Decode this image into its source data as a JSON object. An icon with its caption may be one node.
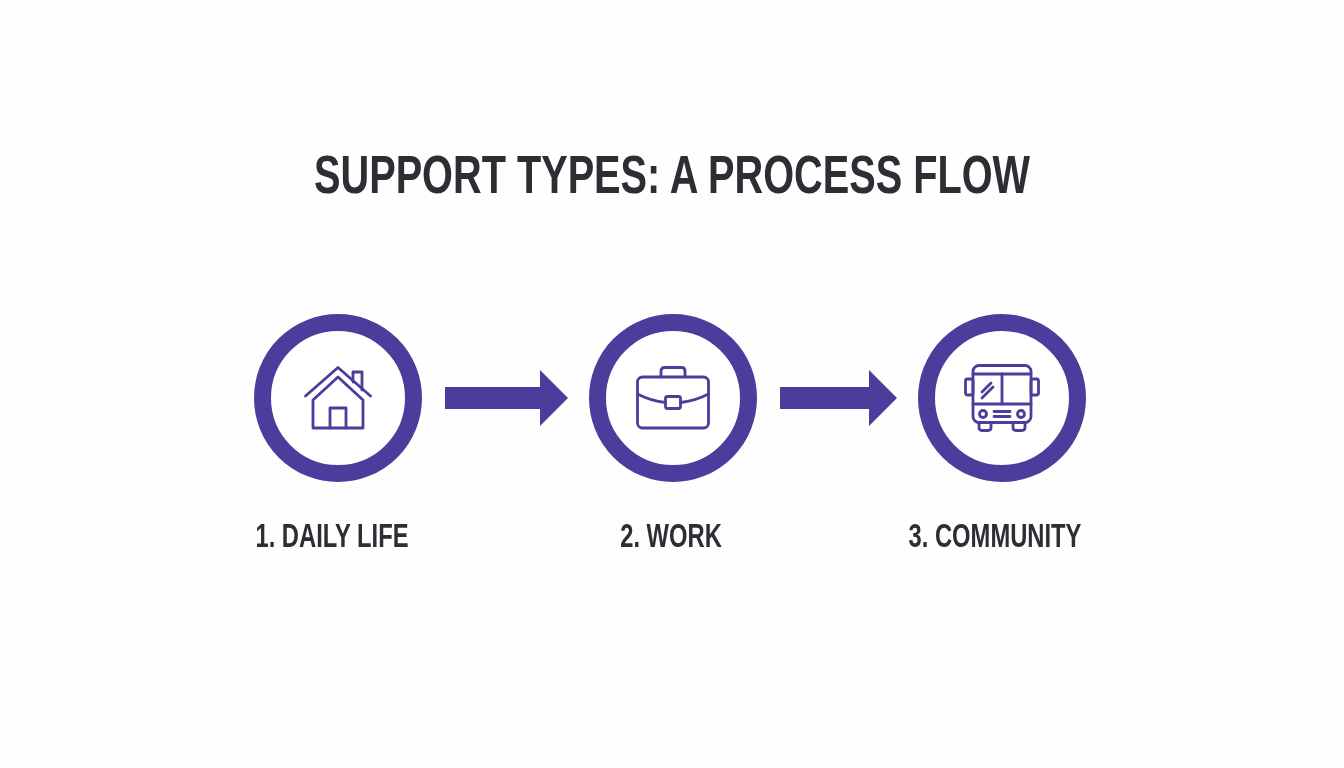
{
  "diagram": {
    "title": "SUPPORT TYPES: A PROCESS FLOW",
    "nodes": [
      {
        "text": [],
        "shape": "circle",
        "beside": [
          "1. DAILY LIFE"
        ]
      },
      {
        "text": [],
        "shape": "circle",
        "beside": [
          "2. WORK"
        ]
      },
      {
        "text": [],
        "shape": "circle",
        "beside": [
          "3. COMMUNITY"
        ]
      }
    ],
    "edges": [
      {
        "from": 0,
        "to": 1,
        "arrow": "to"
      },
      {
        "from": 1,
        "to": 2,
        "arrow": "to"
      }
    ]
  }
}
